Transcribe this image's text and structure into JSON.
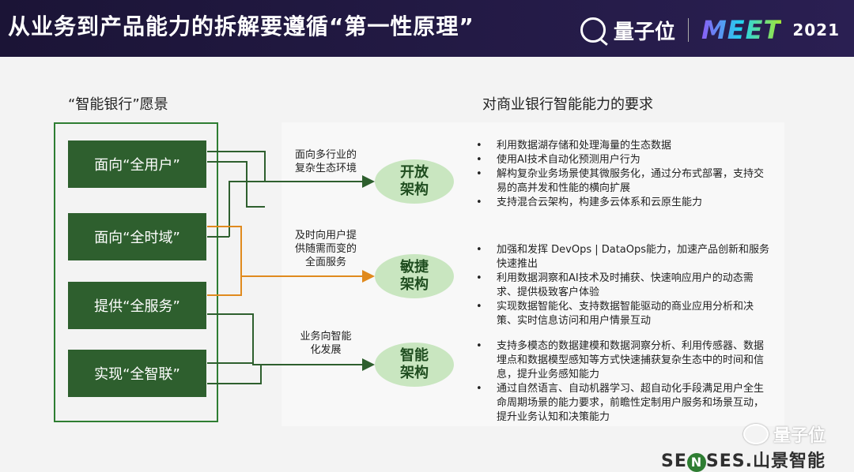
{
  "header": {
    "title": "从业务到产品能力的拆解要遵循“第一性原理”",
    "brand_name": "量子位",
    "event_name": "MEET",
    "event_year": "2021"
  },
  "left": {
    "title": "“智能银行”愿景",
    "boxes": [
      "面向“全用户”",
      "面向“全时域”",
      "提供“全服务”",
      "实现“全智联”"
    ]
  },
  "right": {
    "title": "对商业银行智能能力的要求"
  },
  "flows": [
    {
      "label": "面向多行业的\n复杂生态环境",
      "circle": "开放\n架构"
    },
    {
      "label": "及时向用户提\n供随需而变的\n全面服务",
      "circle": "敏捷\n架构"
    },
    {
      "label": "业务向智能\n化发展",
      "circle": "智能\n架构"
    }
  ],
  "requirements": [
    [
      "利用数据湖存储和处理海量的生态数据",
      "使用AI技术自动化预测用户行为",
      "解构复杂业务场景使其微服务化，通过分布式部署，支持交易的高并发和性能的横向扩展",
      "支持混合云架构，构建多云体系和云原生能力"
    ],
    [
      "加强和发挥 DevOps | DataOps能力，加速产品创新和服务快速推出",
      "利用数据洞察和AI技术及时捕获、快速响应用户的动态需求、提供极致客户体验",
      "实现数据智能化、支持数据智能驱动的商业应用分析和决策、实时信息访问和用户情景互动"
    ],
    [
      "支持多模态的数据建模和数据洞察分析、利用传感器、数据埋点和数据模型感知等方式快速捕获复杂生态中的时间和信息，提升业务感知能力",
      "通过自然语言、自动机器学习、超自动化手段满足用户全生命周期场景的能力要求，前瞻性定制用户服务和场景互动，提升业务认知和决策能力"
    ]
  ],
  "watermark": "量子位",
  "footer_logo": {
    "pre": "SE",
    "mark": "N",
    "post": "SES.山景智能"
  },
  "colors": {
    "green": "#2e5f2e",
    "orange": "#e08a1e",
    "circle": "#c9e6c0"
  }
}
